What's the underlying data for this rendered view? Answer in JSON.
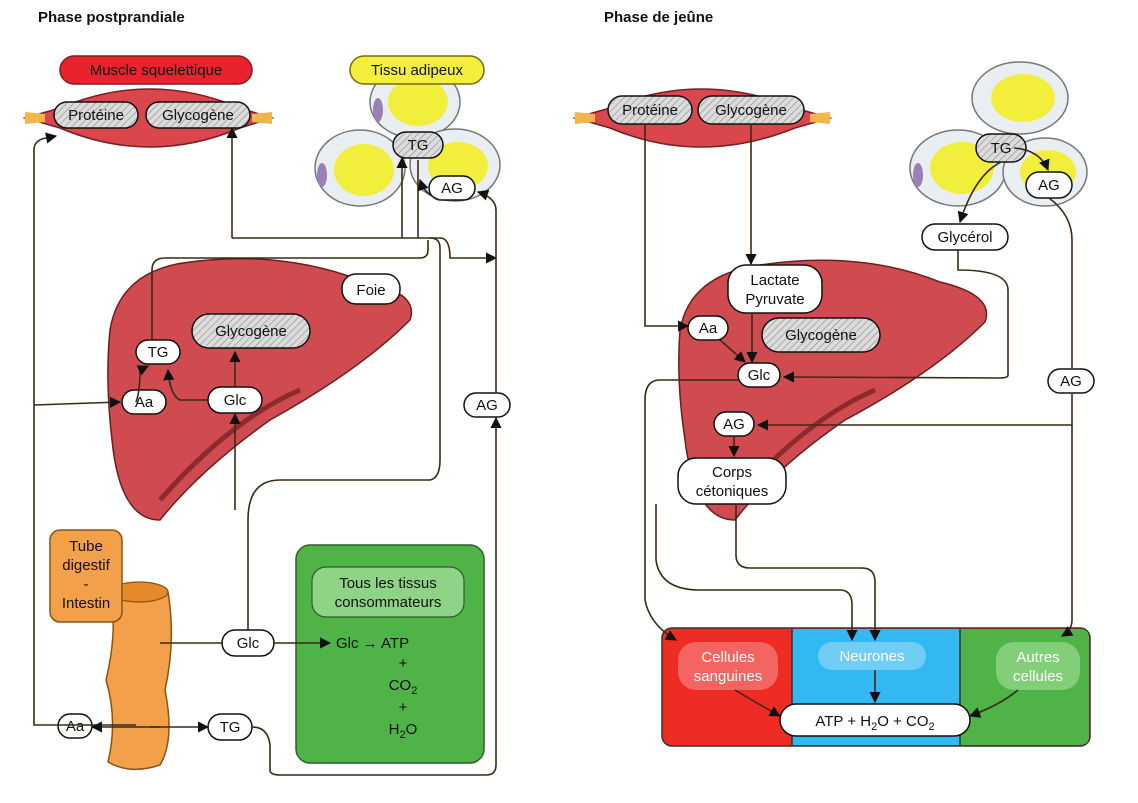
{
  "left": {
    "title": "Phase postprandiale",
    "muscle": "Muscle squelettique",
    "adipose": "Tissu adipeux",
    "protein": "Protéine",
    "glycogen_muscle": "Glycogène",
    "tg_adipose": "TG",
    "ag_adipose": "AG",
    "liver": "Foie",
    "glycogen_liver": "Glycogène",
    "tg_liver": "TG",
    "aa_liver": "Aa",
    "glc_liver": "Glc",
    "ag_side": "AG",
    "gut": [
      "Tube",
      "digestif",
      "-",
      "Intestin"
    ],
    "glc_gut": "Glc",
    "aa_gut": "Aa",
    "tg_gut": "TG",
    "tissues": [
      "Tous les tissus",
      "consommateurs"
    ],
    "reaction": {
      "glc": "Glc",
      "arrow": "→",
      "atp": "ATP",
      "plus": "+",
      "co": "CO",
      "two": "2",
      "h": "H",
      "o": "O"
    }
  },
  "right": {
    "title": "Phase de jeûne",
    "protein": "Protéine",
    "glycogen_muscle": "Glycogène",
    "tg_adipose": "TG",
    "ag_adipose": "AG",
    "glycerol": "Glycérol",
    "lactate": [
      "Lactate",
      "Pyruvate"
    ],
    "aa": "Aa",
    "glycogen_liver": "Glycogène",
    "glc": "Glc",
    "ag_liver": "AG",
    "ag_side": "AG",
    "ketones": [
      "Corps",
      "cétoniques"
    ],
    "blood_cells": [
      "Cellules",
      "sanguines"
    ],
    "neurons": "Neurones",
    "other_cells": [
      "Autres",
      "cellules"
    ],
    "atp": {
      "text1": "ATP + H",
      "two": "2",
      "text2": "O + CO",
      "two_b": "2"
    }
  },
  "colors": {
    "muscle": "#d9474c",
    "liver": "#cf4b4f",
    "fat_yellow": "#f2ef3c",
    "gut": "#f3a04a",
    "tissue_green": "#4fb348",
    "red_cells": "#ee2b24",
    "blue_cells": "#33b9f2",
    "label_red": "#e8232d",
    "label_yellow": "#f4ef3f"
  }
}
